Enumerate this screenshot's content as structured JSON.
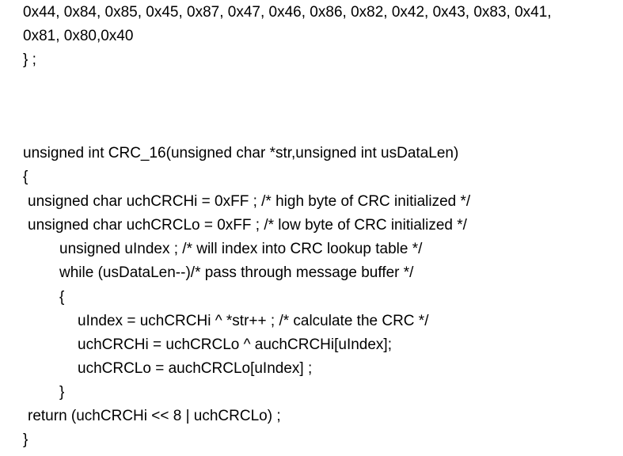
{
  "document": {
    "lines": [
      "0x44, 0x84, 0x85, 0x45, 0x87, 0x47, 0x46, 0x86, 0x82, 0x42, 0x43, 0x83, 0x41,",
      "0x81, 0x80,0x40",
      "} ;",
      "unsigned int CRC_16(unsigned char *str,unsigned int usDataLen)",
      "{",
      "unsigned char uchCRCHi = 0xFF ; /* high byte of CRC initialized */",
      "unsigned char uchCRCLo = 0xFF ; /* low byte of CRC initialized */",
      "unsigned uIndex ; /* will index into CRC lookup table */",
      "while (usDataLen--)/* pass through message buffer */",
      "{",
      "uIndex = uchCRCHi ^ *str++ ; /* calculate the CRC */",
      "uchCRCHi = uchCRCLo ^ auchCRCHi[uIndex];",
      "uchCRCLo = auchCRCLo[uIndex] ;",
      "}",
      "return (uchCRCHi << 8 | uchCRCLo) ;",
      "}"
    ]
  }
}
